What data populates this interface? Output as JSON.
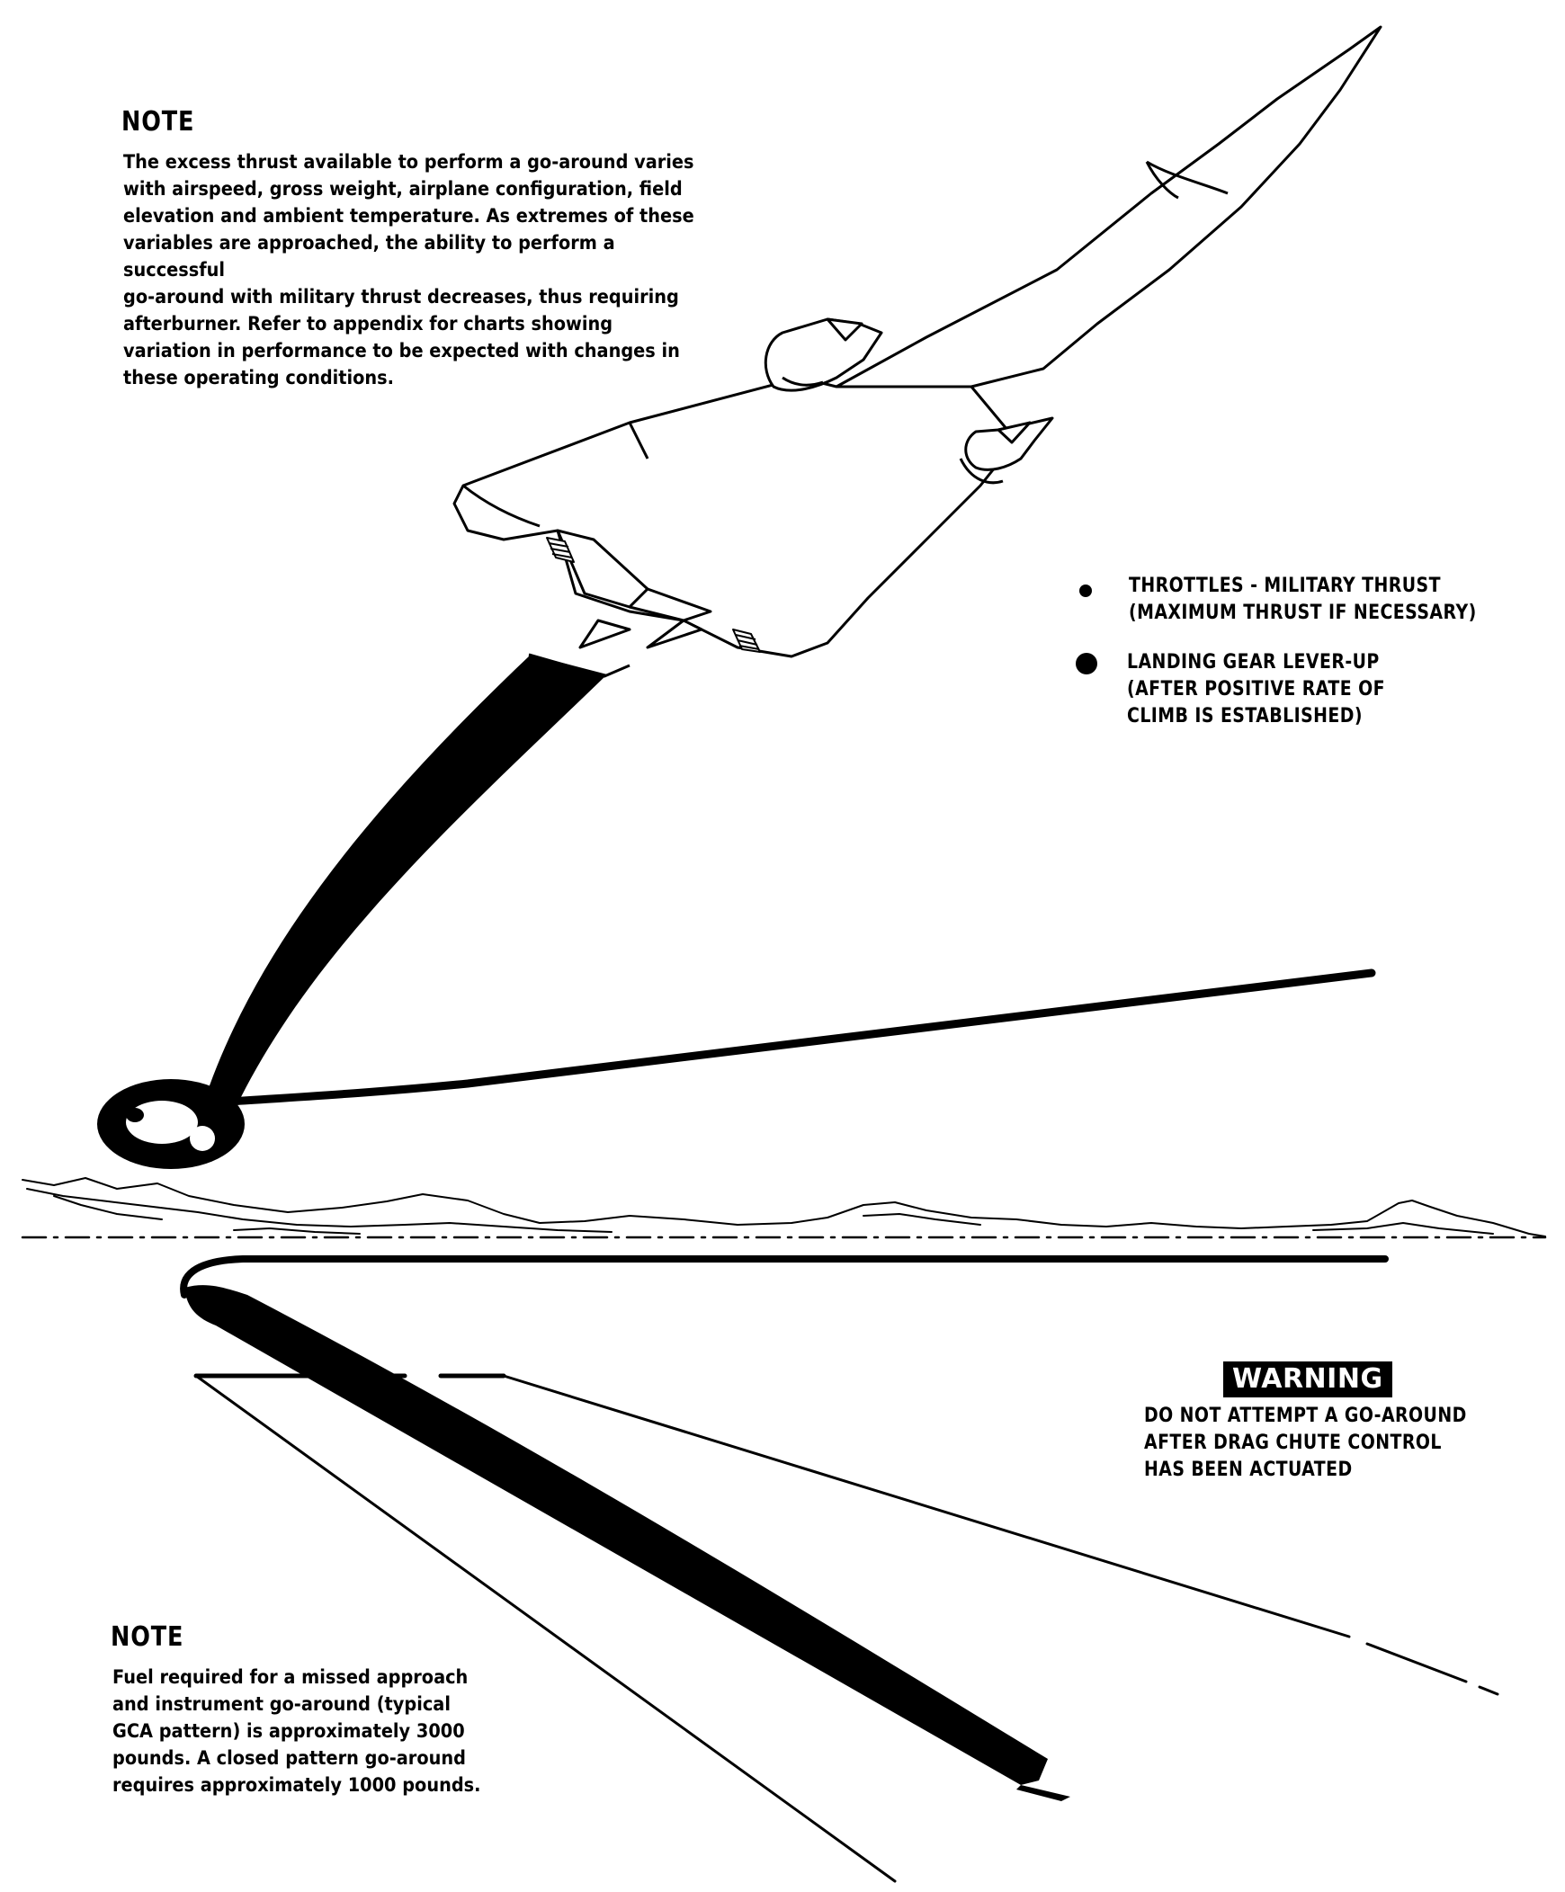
{
  "note_top": {
    "heading": "NOTE",
    "text": "The excess thrust available to perform a go-around varies\nwith airspeed, gross weight, airplane configuration, field\nelevation and ambient temperature.  As extremes of these\nvariables are approached, the ability to perform a successful\ngo-around with military thrust decreases, thus requiring\nafterburner.  Refer to appendix for charts showing\nvariation in performance to be expected with changes in\nthese operating conditions."
  },
  "steps": [
    {
      "text": "THROTTLES - MILITARY THRUST\n(MAXIMUM THRUST IF NECESSARY)"
    },
    {
      "text": "LANDING GEAR LEVER-UP\n(AFTER POSITIVE RATE OF\nCLIMB IS ESTABLISHED)"
    }
  ],
  "warning": {
    "label": "WARNING",
    "text": "DO NOT ATTEMPT A GO-AROUND\nAFTER DRAG CHUTE CONTROL\nHAS BEEN ACTUATED"
  },
  "note_bottom": {
    "heading": "NOTE",
    "text": "Fuel required for a missed approach\nand instrument go-around (typical\nGCA pattern) is approximately 3000\npounds.  A closed pattern go-around\nrequires approximately 1000 pounds."
  },
  "colors": {
    "ink": "#000000",
    "paper": "#ffffff"
  }
}
